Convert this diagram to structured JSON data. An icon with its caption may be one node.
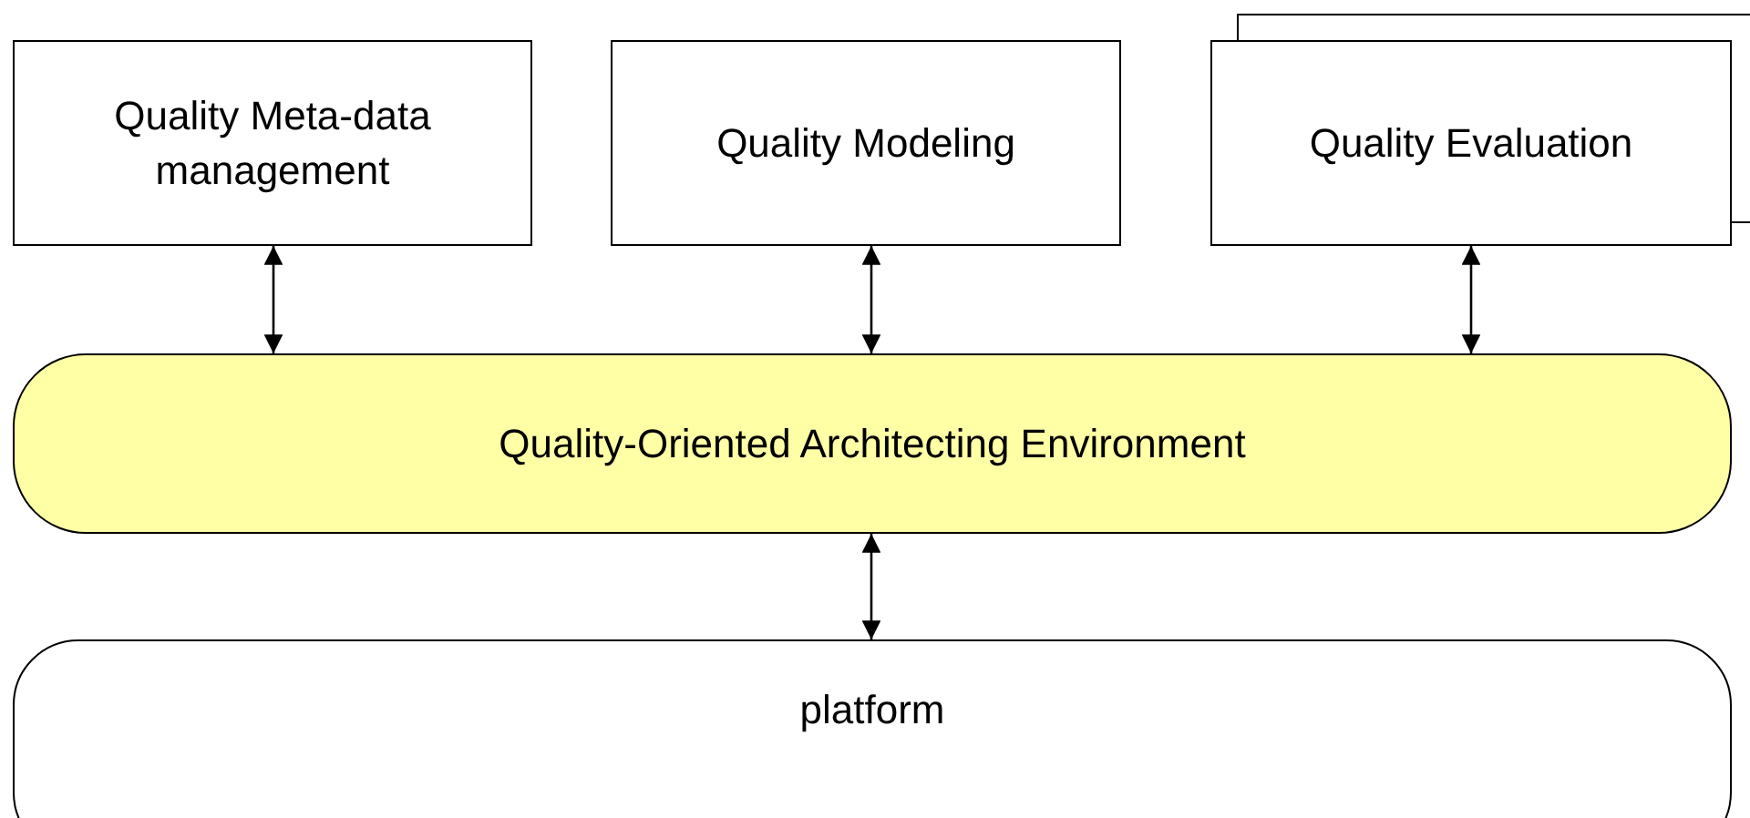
{
  "diagram": {
    "nodes": [
      {
        "text": [
          "Quality Meta-data management"
        ]
      },
      {
        "text": [
          "Quality Modeling"
        ]
      },
      {
        "text": [
          "Quality Evaluation"
        ]
      },
      {
        "text": [
          "Quality-Oriented Architecting Environment"
        ]
      },
      {
        "text": [
          "platform"
        ]
      }
    ],
    "edges": [
      {
        "from": 0,
        "to": 3,
        "arrow": "both"
      },
      {
        "from": 1,
        "to": 3,
        "arrow": "both"
      },
      {
        "from": 2,
        "to": 3,
        "arrow": "both"
      },
      {
        "from": 3,
        "to": 4,
        "arrow": "both"
      }
    ]
  }
}
